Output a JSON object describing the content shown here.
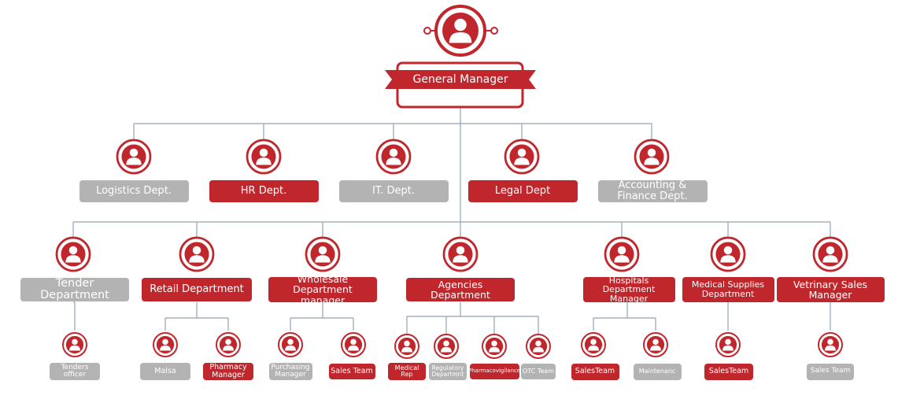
{
  "colors": {
    "accent": "#c0272d",
    "muted": "#b3b3b3",
    "connector": "#8fa4b8"
  },
  "icon": "person-avatar-icon",
  "top": {
    "label": "General Manager"
  },
  "departments": [
    {
      "label": "Logistics Dept.",
      "style": "gray"
    },
    {
      "label": "HR Dept.",
      "style": "red"
    },
    {
      "label": "IT. Dept.",
      "style": "gray"
    },
    {
      "label": "Legal Dept",
      "style": "red"
    },
    {
      "label": "Accounting &\nFinance Dept.",
      "style": "gray"
    }
  ],
  "divisions": [
    {
      "label": "Tender Department",
      "style": "gray"
    },
    {
      "label": "Retail Department",
      "style": "red"
    },
    {
      "label": "Wholesale\nDepartment manager",
      "style": "red"
    },
    {
      "label": "Agencies Department",
      "style": "red"
    },
    {
      "label": "Hospitals\nDepartment Manager",
      "style": "red"
    },
    {
      "label": "Medical Supplies\nDepartment",
      "style": "red"
    },
    {
      "label": "Vetrinary Sales\nManager",
      "style": "red"
    }
  ],
  "teams": [
    {
      "label": "Tenders\nofficer",
      "style": "gray"
    },
    {
      "label": "Malsa",
      "style": "gray"
    },
    {
      "label": "Pharmacy\nManager",
      "style": "red"
    },
    {
      "label": "Purchasing\nManager",
      "style": "gray"
    },
    {
      "label": "Sales Team",
      "style": "red"
    },
    {
      "label": "Medical\nRep",
      "style": "red"
    },
    {
      "label": "Regulatory\nDepartmnt",
      "style": "gray"
    },
    {
      "label": "Pharmacovigilance",
      "style": "red"
    },
    {
      "label": "OTC Team",
      "style": "gray"
    },
    {
      "label": "SalesTeam",
      "style": "red"
    },
    {
      "label": "Maintenanc",
      "style": "gray"
    },
    {
      "label": "SalesTeam",
      "style": "red"
    },
    {
      "label": "Sales Team",
      "style": "gray"
    }
  ]
}
